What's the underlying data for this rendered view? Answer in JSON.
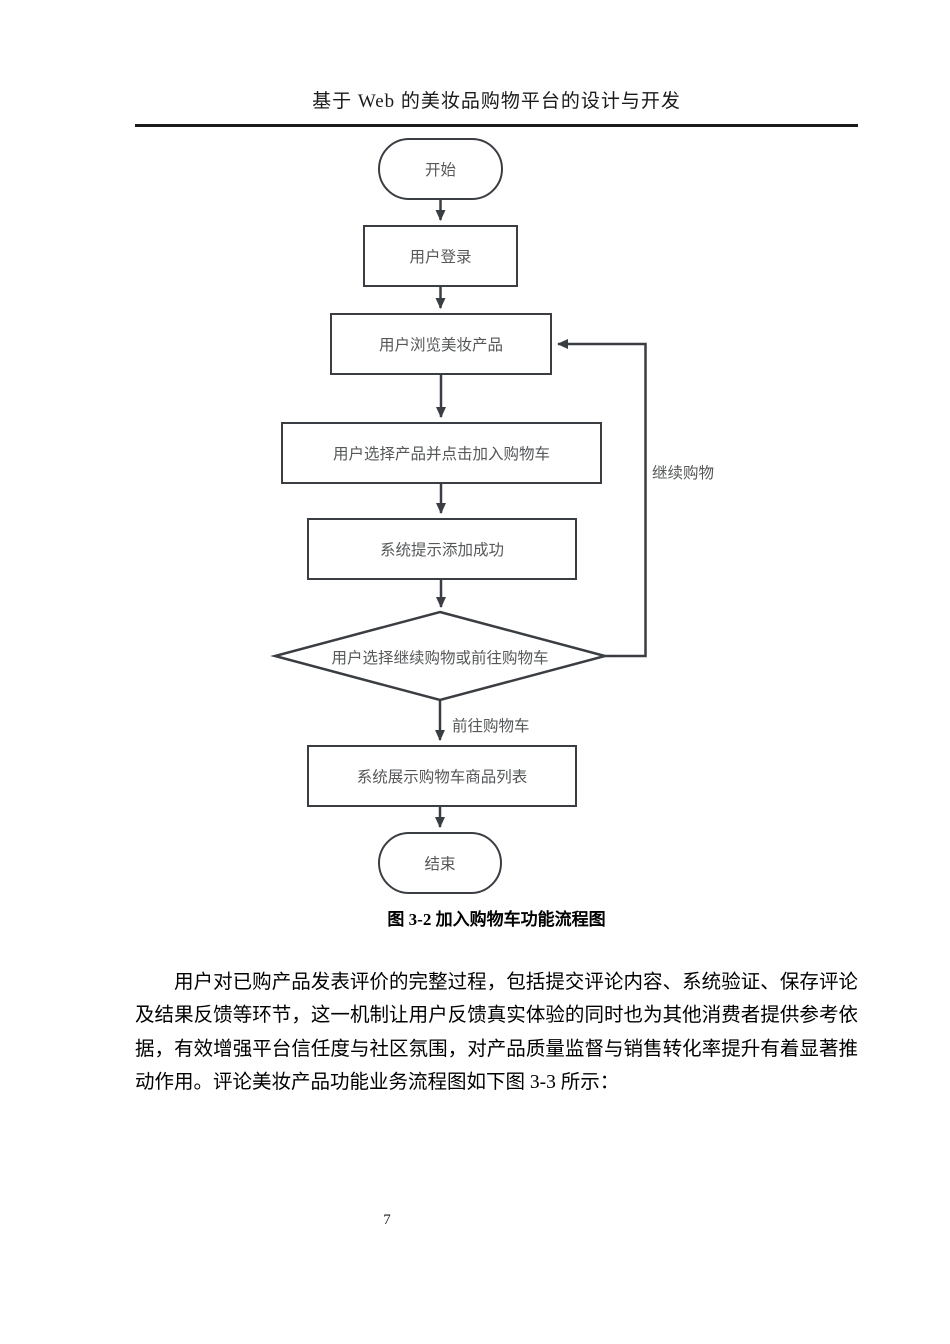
{
  "header": {
    "title": "基于 Web 的美妆品购物平台的设计与开发"
  },
  "flowchart": {
    "nodes": [
      {
        "id": "start",
        "type": "terminator",
        "label": "开始"
      },
      {
        "id": "login",
        "type": "process",
        "label": "用户登录"
      },
      {
        "id": "browse",
        "type": "process",
        "label": "用户浏览美妆产品"
      },
      {
        "id": "select",
        "type": "process",
        "label": "用户选择产品并点击加入购物车"
      },
      {
        "id": "prompt",
        "type": "process",
        "label": "系统提示添加成功"
      },
      {
        "id": "decision",
        "type": "decision",
        "label": "用户选择继续购物或前往购物车"
      },
      {
        "id": "cartlist",
        "type": "process",
        "label": "系统展示购物车商品列表"
      },
      {
        "id": "end",
        "type": "terminator",
        "label": "结束"
      }
    ],
    "edge_labels": {
      "continue_shopping": "继续购物",
      "go_to_cart": "前往购物车"
    },
    "caption": "图 3-2 加入购物车功能流程图"
  },
  "body": {
    "paragraph": "用户对已购产品发表评价的完整过程，包括提交评论内容、系统验证、保存评论及结果反馈等环节，这一机制让用户反馈真实体验的同时也为其他消费者提供参考依据，有效增强平台信任度与社区氛围，对产品质量监督与销售转化率提升有着显著推动作用。评论美妆产品功能业务流程图如下图 3-3 所示："
  },
  "footer": {
    "page_number": "7"
  },
  "colors": {
    "node_stroke": "#3a3d42",
    "node_text": "#555759",
    "header_rule": "#1a1a1a"
  }
}
